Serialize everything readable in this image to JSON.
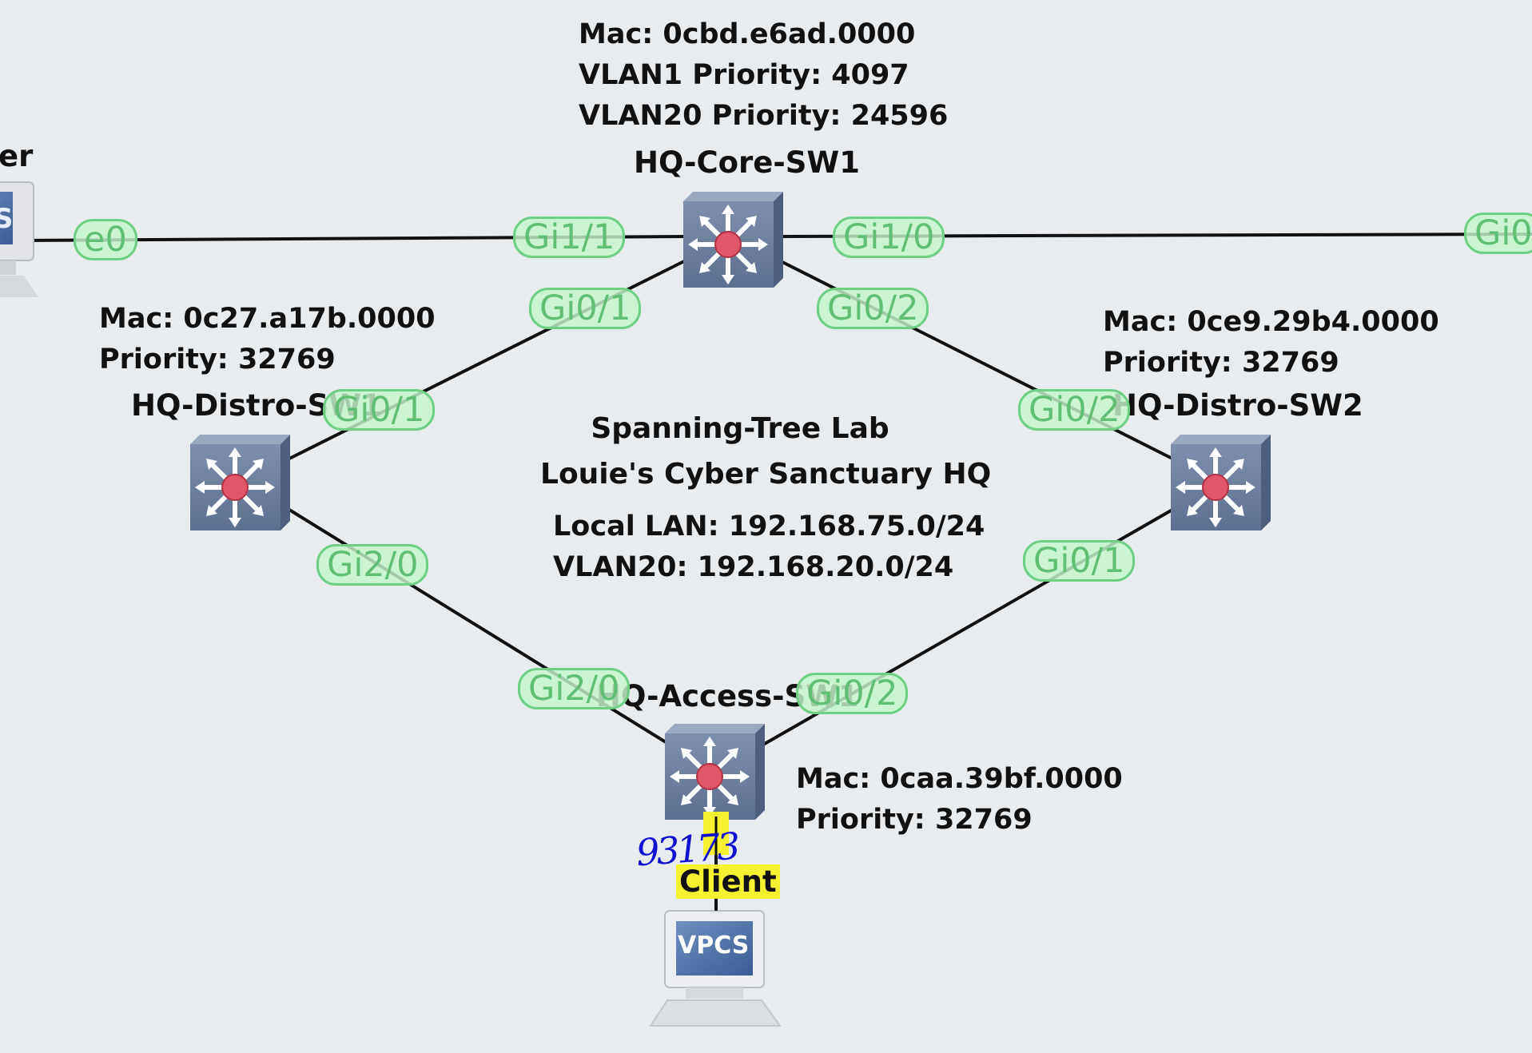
{
  "diagram": {
    "lab_title": [
      "Spanning-Tree Lab",
      "Louie's Cyber Sanctuary HQ"
    ],
    "networks": [
      "Local LAN: 192.168.75.0/24",
      "VLAN20: 192.168.20.0/24"
    ],
    "devices": {
      "core": {
        "name": "HQ-Core-SW1",
        "info": [
          "Mac: 0cbd.e6ad.0000",
          "VLAN1 Priority: 4097",
          "VLAN20 Priority: 24596"
        ]
      },
      "distro1": {
        "name": "HQ-Distro-SW1",
        "info": [
          "Mac: 0c27.a17b.0000",
          "Priority: 32769"
        ]
      },
      "distro2": {
        "name": "HQ-Distro-SW2",
        "info": [
          "Mac: 0ce9.29b4.0000",
          "Priority: 32769"
        ]
      },
      "access": {
        "name": "HQ-Access-SW1",
        "info": [
          "Mac: 0caa.39bf.0000",
          "Priority: 32769"
        ]
      },
      "client": {
        "name": "Client",
        "screen_text": "VPCS"
      },
      "left_partial": {
        "name": "er",
        "screen_text": "S"
      }
    },
    "ports": {
      "left_e0": "e0",
      "core_gi1_1": "Gi1/1",
      "core_gi1_0": "Gi1/0",
      "right_gi0": "Gi0",
      "core_gi0_1": "Gi0/1",
      "core_gi0_2": "Gi0/2",
      "distro1_gi0_1": "Gi0/1",
      "distro1_gi2_0": "Gi2/0",
      "distro2_gi0_2": "Gi0/2",
      "distro2_gi0_1": "Gi0/1",
      "access_gi2_0": "Gi2/0",
      "access_gi0_2": "Gi0/2"
    },
    "handwritten_note": "93173",
    "colors": {
      "background": "#e9ecef",
      "port_label": "#6fcf84",
      "highlight": "#f5f232",
      "ink": "#1010d0",
      "switch": "#667a98"
    }
  }
}
